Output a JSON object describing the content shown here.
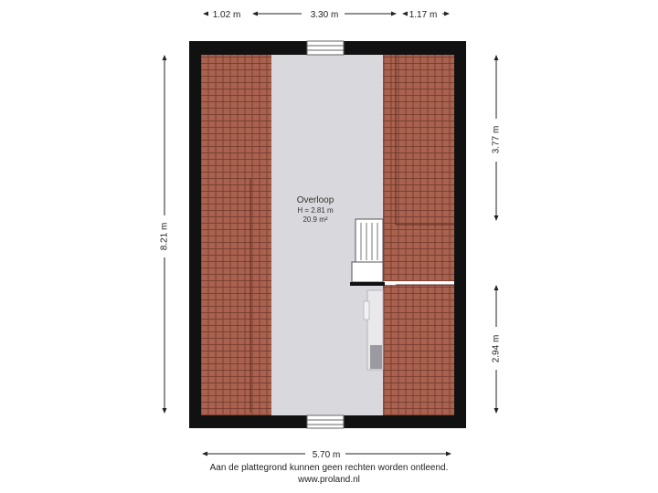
{
  "dimensions": {
    "top_left": "1.02 m",
    "top_middle": "3.30 m",
    "top_right": "1.17 m",
    "left_height": "8.21 m",
    "right_upper": "3.77 m",
    "right_lower": "2.94 m",
    "bottom_width": "5.70 m"
  },
  "room": {
    "name": "Overloop",
    "height": "H = 2.81 m",
    "area": "20.9 m²"
  },
  "footer": {
    "disclaimer": "Aan de plattegrond kunnen geen rechten worden ontleend.",
    "website": "www.proland.nl"
  },
  "colors": {
    "wall": "#111111",
    "floor": "#d9d9dd",
    "roof_tile": "#a96250",
    "roof_line": "#6f3428"
  }
}
